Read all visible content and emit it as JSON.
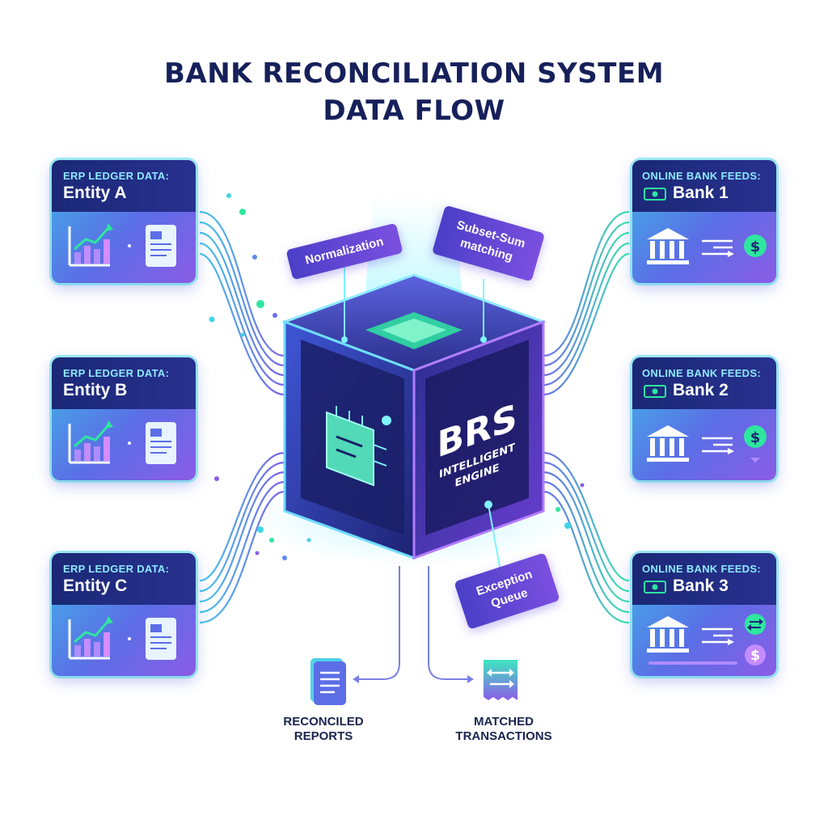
{
  "title": {
    "line1": "BANK RECONCILIATION SYSTEM",
    "line2": "DATA FLOW"
  },
  "erp_sources": [
    {
      "subtitle": "ERP LEDGER DATA:",
      "name": "Entity A"
    },
    {
      "subtitle": "ERP LEDGER DATA:",
      "name": "Entity B"
    },
    {
      "subtitle": "ERP LEDGER DATA:",
      "name": "Entity C"
    }
  ],
  "bank_feeds": [
    {
      "subtitle": "ONLINE BANK FEEDS:",
      "name": "Bank 1"
    },
    {
      "subtitle": "ONLINE BANK FEEDS:",
      "name": "Bank 2"
    },
    {
      "subtitle": "ONLINE BANK FEEDS:",
      "name": "Bank 3"
    }
  ],
  "engine": {
    "name": "BRS",
    "line1": "INTELLIGENT",
    "line2": "ENGINE"
  },
  "processes": {
    "normalization": "Normalization",
    "subset_line1": "Subset-Sum",
    "subset_line2": "matching",
    "exception_line1": "Exception",
    "exception_line2": "Queue"
  },
  "outputs": {
    "reconciled_line1": "RECONCILED",
    "reconciled_line2": "REPORTS",
    "matched_line1": "MATCHED",
    "matched_line2": "TRANSACTIONS"
  },
  "icons": {
    "erp_chart": "bar-chart-icon",
    "erp_doc": "document-icon",
    "bank": "bank-building-icon",
    "money": "banknote-icon",
    "dollar": "dollar-coin-icon",
    "transfer": "transfer-arrows-icon",
    "report": "report-icon",
    "matched": "matched-transactions-icon"
  },
  "colors": {
    "title": "#16205a",
    "card_header": "#1b2876",
    "accent_cyan": "#3ed6e6",
    "accent_purple": "#8b5ce6",
    "accent_green": "#2ee6a0"
  }
}
